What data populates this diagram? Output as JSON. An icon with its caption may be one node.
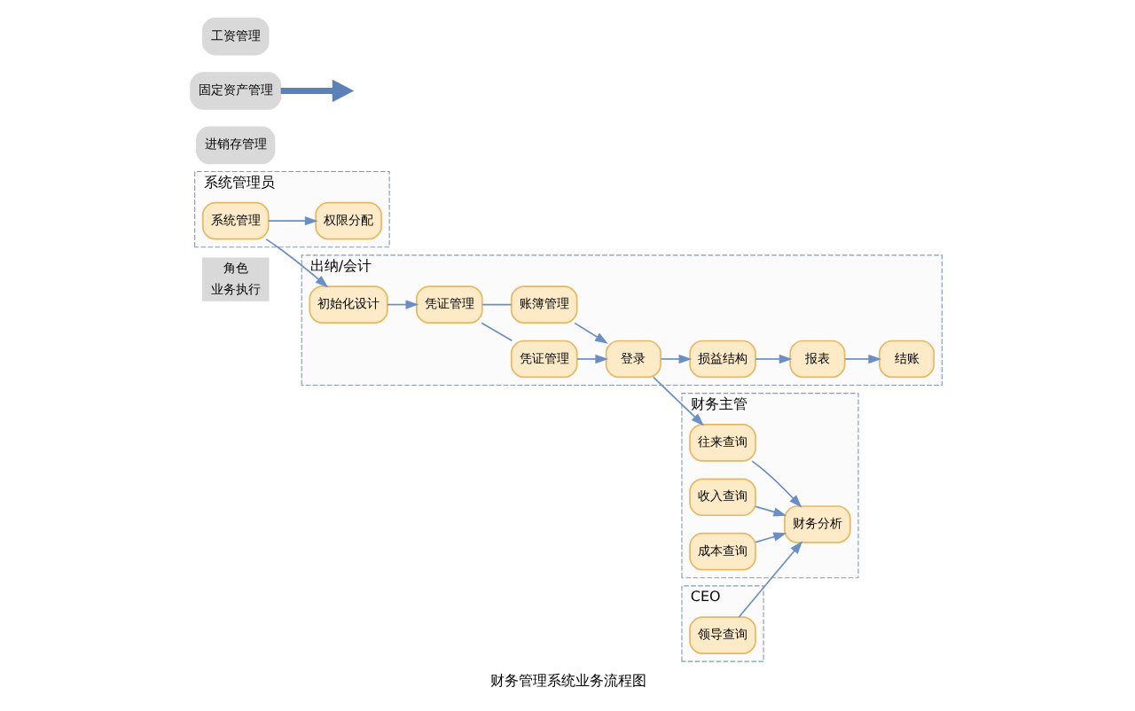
{
  "diagram": {
    "caption": "财务管理系统业务流程图",
    "nodes": [
      {
        "text": [
          "系统管理员"
        ]
      },
      {
        "text": [
          "系统管理"
        ],
        "in": 0
      },
      {
        "text": [
          "权限分配"
        ],
        "in": 0
      },
      {
        "text": [
          "出纳/会计"
        ]
      },
      {
        "text": [
          "初始化设计"
        ],
        "in": 3
      },
      {
        "text": [
          "凭证管理"
        ],
        "in": 3
      },
      {
        "text": [
          "凭证管理"
        ],
        "in": 3
      },
      {
        "text": [
          "账簿管理"
        ],
        "in": 3
      },
      {
        "text": [
          "登录"
        ],
        "in": 3
      },
      {
        "text": [
          "损益结构"
        ],
        "in": 3
      },
      {
        "text": [
          "报表"
        ],
        "in": 3
      },
      {
        "text": [
          "结账"
        ],
        "in": 3
      },
      {
        "text": [
          "财务主管"
        ]
      },
      {
        "text": [
          "往来查询"
        ],
        "in": 12
      },
      {
        "text": [
          "收入查询"
        ],
        "in": 12
      },
      {
        "text": [
          "成本查询"
        ],
        "in": 12
      },
      {
        "text": [
          "财务分析"
        ],
        "in": 12
      },
      {
        "text": [
          "CEO"
        ]
      },
      {
        "text": [
          "领导查询"
        ],
        "in": 17
      },
      {
        "text": [
          "进销存管理"
        ]
      },
      {
        "text": [
          "固定资产管理"
        ]
      },
      {
        "text": [
          "工资管理"
        ]
      }
    ],
    "edges": [
      {
        "from": 1,
        "to": 2,
        "arrow": "to"
      },
      {
        "from": 1,
        "to": 4,
        "arrow": "to"
      },
      {
        "from": 4,
        "to": 5,
        "arrow": "to"
      },
      {
        "from": 5,
        "to": 6,
        "arrow": "none"
      },
      {
        "from": 5,
        "to": 7,
        "arrow": "none"
      },
      {
        "from": 6,
        "to": 8,
        "arrow": "to"
      },
      {
        "from": 7,
        "to": 8,
        "arrow": "to"
      },
      {
        "from": 8,
        "to": 9,
        "arrow": "to"
      },
      {
        "from": 9,
        "to": 10,
        "arrow": "to"
      },
      {
        "from": 10,
        "to": 11,
        "arrow": "to"
      },
      {
        "from": 8,
        "to": 13,
        "arrow": "to"
      },
      {
        "from": 13,
        "to": 16,
        "arrow": "to"
      },
      {
        "from": 14,
        "to": 16,
        "arrow": "to"
      },
      {
        "from": 15,
        "to": 16,
        "arrow": "to"
      },
      {
        "from": 18,
        "to": 16,
        "arrow": "to"
      },
      {
        "from": 20,
        "to": null,
        "arrow": "to",
        "style": "thick",
        "color": "#5b82b8"
      }
    ],
    "labels": [
      "角色",
      "业务执行"
    ]
  }
}
